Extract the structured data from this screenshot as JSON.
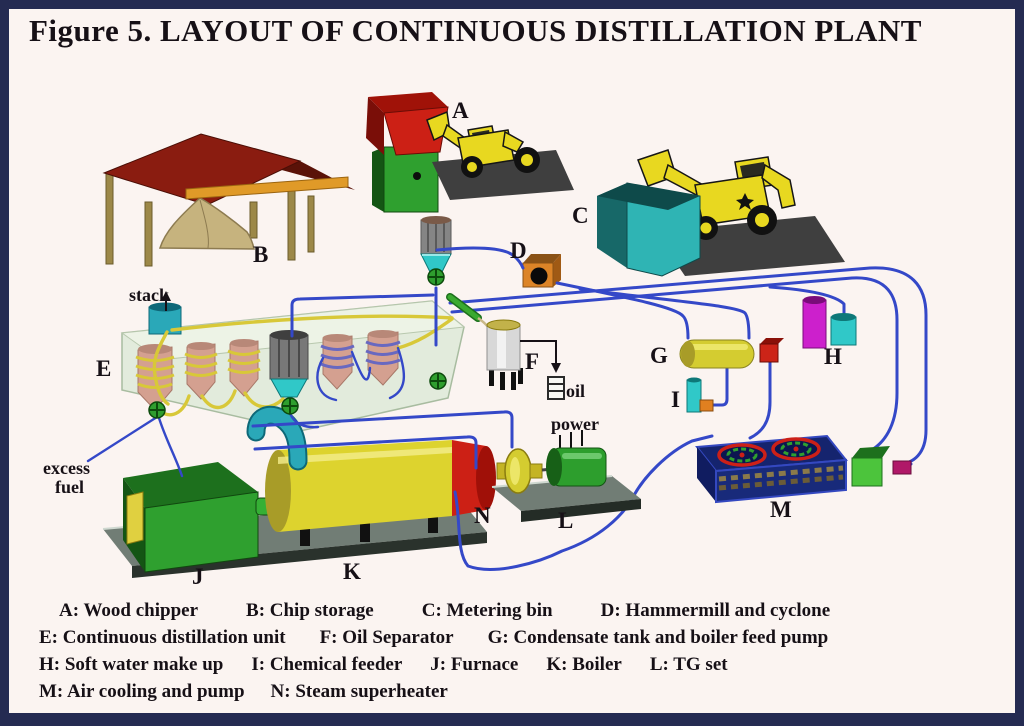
{
  "figure": {
    "title": "Figure 5. LAYOUT OF CONTINUOUS DISTILLATION PLANT"
  },
  "diagram": {
    "labels": {
      "A": "A",
      "B": "B",
      "C": "C",
      "D": "D",
      "E": "E",
      "F": "F",
      "G": "G",
      "H": "H",
      "I": "I",
      "J": "J",
      "K": "K",
      "L": "L",
      "M": "M",
      "N": "N"
    },
    "annotations": {
      "stack": "stack",
      "excess": "excess",
      "fuel": "fuel",
      "power": "power",
      "oil": "oil"
    }
  },
  "legend": {
    "rows": [
      {
        "items": [
          {
            "text": "A: Wood chipper"
          },
          {
            "text": "B: Chip storage"
          },
          {
            "text": "C: Metering bin"
          },
          {
            "text": "D: Hammermill and cyclone"
          }
        ]
      },
      {
        "items": [
          {
            "text": "E: Continuous distillation unit"
          },
          {
            "text": "F: Oil Separator"
          },
          {
            "text": "G: Condensate tank and boiler feed pump"
          }
        ]
      },
      {
        "items": [
          {
            "text": "H: Soft water make up"
          },
          {
            "text": "I: Chemical feeder"
          },
          {
            "text": "J: Furnace"
          },
          {
            "text": "K: Boiler"
          },
          {
            "text": "L: TG set"
          }
        ]
      },
      {
        "items": [
          {
            "text": "M: Air cooling and pump"
          },
          {
            "text": "N: Steam superheater"
          }
        ]
      }
    ]
  },
  "colors": {
    "frame": "#252b52",
    "paper": "#fbf4f1",
    "text": "#161016",
    "pipe_blue": "#3448c8",
    "pipe_yellow": "#d8c838",
    "pipe_green": "#3aaa30",
    "roof_red": "#8a1c10",
    "post_tan": "#9c8848",
    "pile_tan": "#c6b37e",
    "conveyor_orange": "#e09a28",
    "machine_green": "#2fa02f",
    "hopper_red": "#cc2015",
    "loader_yellow": "#e8d820",
    "pad_gray": "#3f3f3f",
    "bin_cyan": "#2fb4b4",
    "hammermill_orange": "#dc8427",
    "shell_green": "#e2ebdc",
    "vessel_pink": "#d4a090",
    "coil_blue": "#6868c0",
    "stack_cyan": "#2aa8b8",
    "valve_green": "#2e9e2e",
    "separator_gray": "#d8d8d8",
    "tank_yellow": "#d4cc30",
    "pump_red": "#cc2418",
    "water_magenta": "#cc20cc",
    "water_cyan": "#30c8c8",
    "feeder_orange": "#e08020",
    "boiler_yellow": "#ddd32e",
    "generator_green": "#2d9e2d",
    "cooler_navy": "#15246e",
    "fan_red": "#cc2018",
    "cube_green": "#4cc43c",
    "box_magenta": "#b01868",
    "platform_gray": "#717d75",
    "oil_drum": "#f8f8f4"
  }
}
